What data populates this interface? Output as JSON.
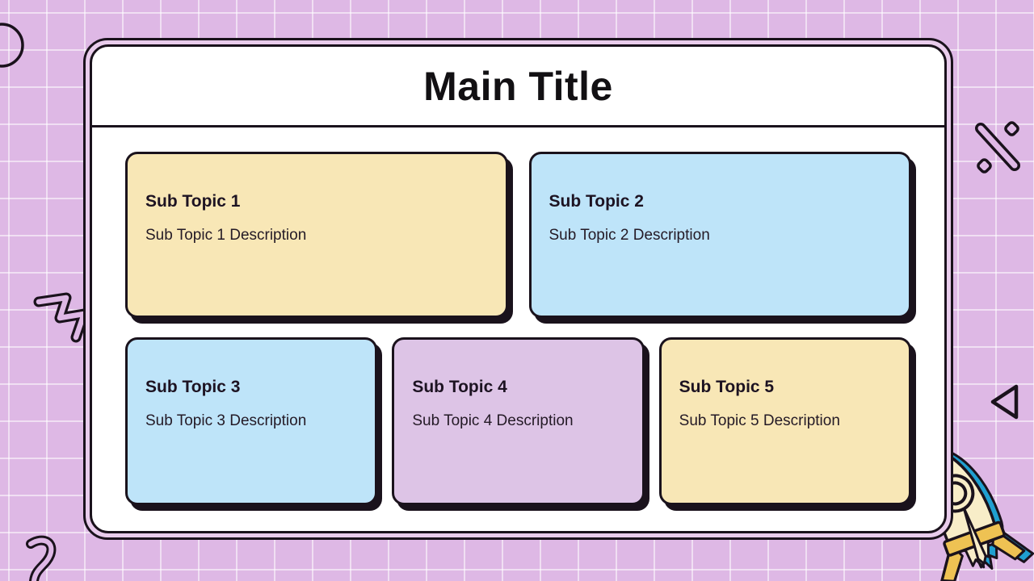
{
  "slide": {
    "main_title": "Main Title"
  },
  "topics": [
    {
      "title": "Sub Topic 1",
      "description": "Sub Topic 1 Description",
      "color": "#f8e7b6"
    },
    {
      "title": "Sub Topic 2",
      "description": "Sub Topic 2 Description",
      "color": "#bee4f9"
    },
    {
      "title": "Sub Topic 3",
      "description": "Sub Topic 3 Description",
      "color": "#bee4f9"
    },
    {
      "title": "Sub Topic 4",
      "description": "Sub Topic 4 Description",
      "color": "#ddc4e6"
    },
    {
      "title": "Sub Topic 5",
      "description": "Sub Topic 5 Description",
      "color": "#f8e7b6"
    }
  ],
  "decorations": {
    "top_left": "circle-outline",
    "top_right": "percent-shape",
    "mid_left": "zigzag",
    "mid_right": "triangle-outline",
    "bottom_left": "squiggle",
    "bottom_right": "rocket"
  },
  "colors": {
    "background": "#deb8e5",
    "grid_line": "rgba(255,255,255,0.55)",
    "outline": "#1a121c",
    "panel": "#ffffff",
    "frame_gap": "#e9ccec",
    "card_cream": "#f8e7b6",
    "card_blue": "#bee4f9",
    "card_purple": "#ddc4e6",
    "rocket_teal": "#1f9fd0",
    "rocket_yellow": "#eec253",
    "rocket_cream": "#f8edc8",
    "text": "#1d1322"
  }
}
